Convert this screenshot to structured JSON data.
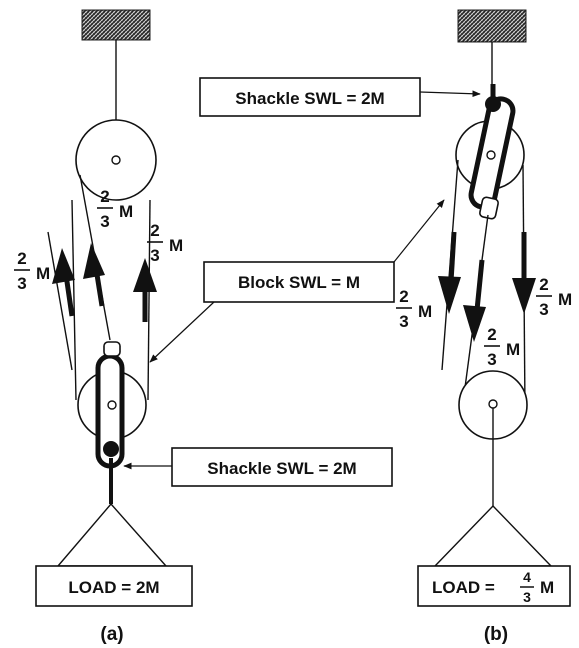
{
  "labels": {
    "shackle_top": "Shackle SWL = 2M",
    "block": "Block SWL = M",
    "shackle_bottom": "Shackle SWL = 2M",
    "load_a": "LOAD = 2M",
    "load_b_prefix": "LOAD =",
    "load_b_suffix": "M",
    "caption_a": "(a)",
    "caption_b": "(b)"
  },
  "fraction": {
    "numerator": "2",
    "denominator": "3",
    "unit": "M"
  },
  "load_b_fraction": {
    "numerator": "4",
    "denominator": "3"
  },
  "colors": {
    "ink": "#111111",
    "ceiling_hatch": "#333333"
  }
}
